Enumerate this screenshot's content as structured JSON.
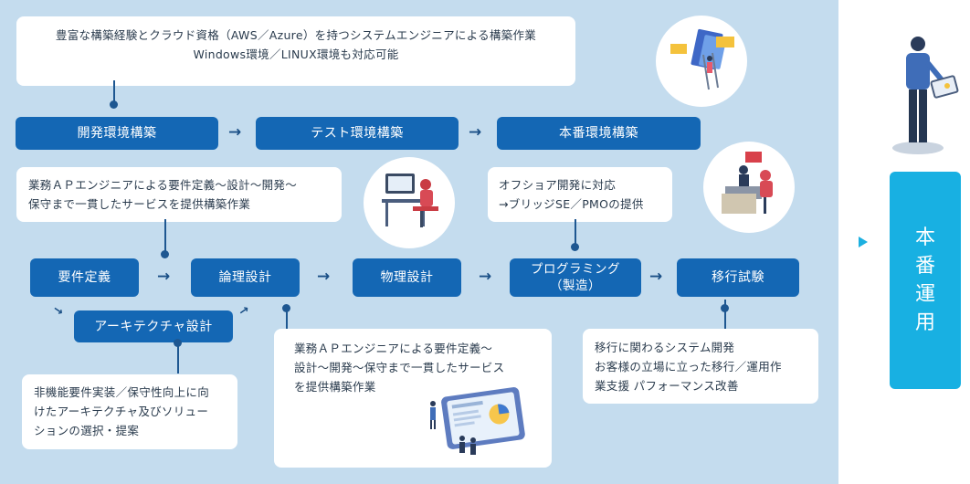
{
  "top_box": {
    "line1": "豊富な構築経験とクラウド資格（AWS／Azure）を持つシステムエンジニアによる構築作業",
    "line2": "Windows環境／LINUX環境も対応可能"
  },
  "env_steps": [
    "開発環境構築",
    "テスト環境構築",
    "本番環境構築"
  ],
  "upper_note": {
    "line1": "業務ＡＰエンジニアによる要件定義～設計～開発～",
    "line2": "保守まで一貫したサービスを提供構築作業"
  },
  "offshore_note": {
    "line1": "オフショア開発に対応",
    "line2": "→ブリッジSE／PMOの提供"
  },
  "process_steps": {
    "requirements": "要件定義",
    "logical": "論理設計",
    "physical": "物理設計",
    "programming_line1": "プログラミング",
    "programming_line2": "（製造）",
    "migration": "移行試験",
    "architecture": "アーキテクチャ設計"
  },
  "arch_note": {
    "line1": "非機能要件実装／保守性向上に向",
    "line2": "けたアーキテクチャ及びソリュー",
    "line3": "ションの選択・提案"
  },
  "design_note": {
    "line1": "業務ＡＰエンジニアによる要件定義～",
    "line2": "設計～開発～保守まで一貫したサービス",
    "line3": "を提供構築作業"
  },
  "migration_note": {
    "line1": "移行に関わるシステム開発",
    "line2": "お客様の立場に立った移行／運用作",
    "line3": "業支援 パフォーマンス改善"
  },
  "final_chars": [
    "本",
    "番",
    "運",
    "用"
  ],
  "arrow_glyph": "→",
  "colors": {
    "panel": "#c4dcee",
    "step": "#1467b4",
    "final": "#18b0e2",
    "connector": "#1e5791"
  }
}
